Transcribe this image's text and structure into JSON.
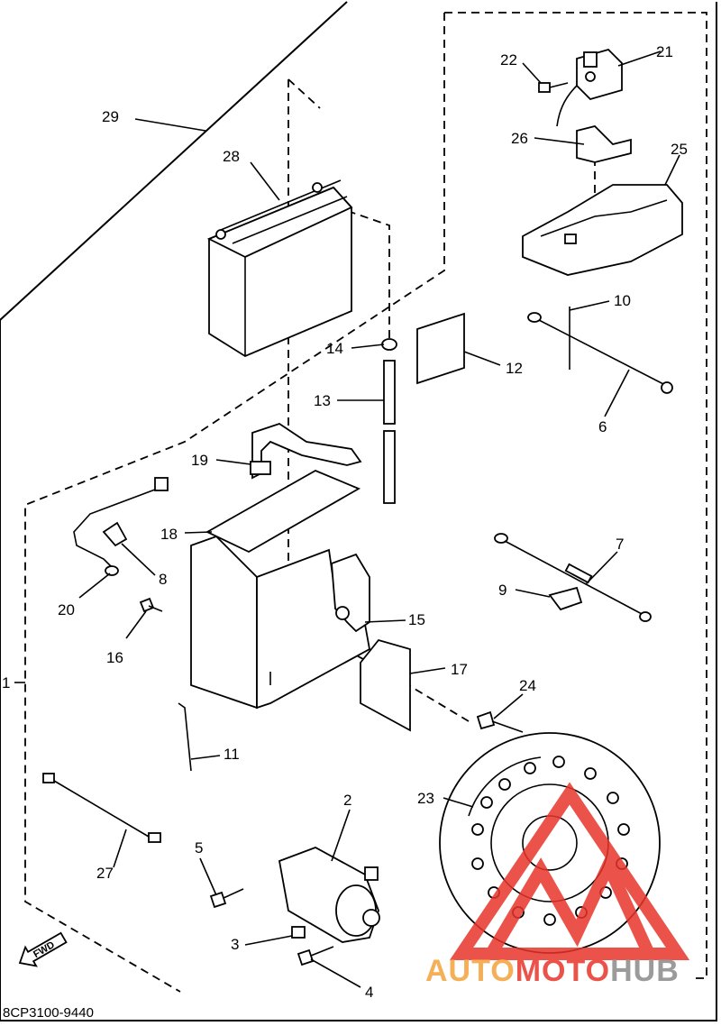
{
  "callouts": {
    "n1": "1",
    "n2": "2",
    "n3": "3",
    "n4": "4",
    "n5": "5",
    "n6": "6",
    "n7": "7",
    "n8": "8",
    "n9": "9",
    "n10": "10",
    "n11": "11",
    "n12": "12",
    "n13": "13",
    "n14": "14",
    "n15": "15",
    "n16": "16",
    "n17": "17",
    "n18": "18",
    "n19": "19",
    "n20": "20",
    "n21": "21",
    "n22": "22",
    "n23": "23",
    "n24": "24",
    "n25": "25",
    "n26": "26",
    "n27": "27",
    "n28": "28",
    "n29": "29"
  },
  "fwd_label": "FWD",
  "diagram_code": "8CP3100-9440",
  "watermark": {
    "auto": "AUTO",
    "moto": "MOTO",
    "hub": "HUB",
    "color_red": "#e8362b",
    "color_orange": "#f3a23a",
    "color_gray": "#8a8a8a"
  }
}
